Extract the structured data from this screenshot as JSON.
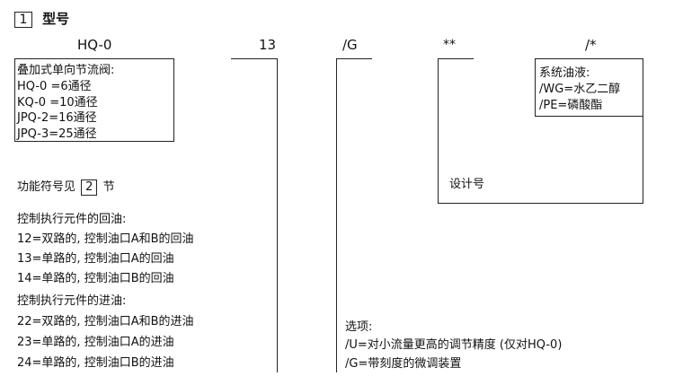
{
  "section": {
    "number": "1",
    "title": "型号"
  },
  "model_row": {
    "code": "HQ-0",
    "function_code": "13",
    "option_code": "/G",
    "design_code": "**",
    "fluid_code": "/*"
  },
  "valve_box": {
    "heading": "叠加式单向节流阀:",
    "items": [
      "HQ-0 =6通径",
      "KQ-0 =10通径",
      "JPQ-2=16通径",
      "JPQ-3=25通径"
    ]
  },
  "function_ref": {
    "prefix": "功能符号见",
    "section": "2",
    "suffix": "节"
  },
  "return_oil": {
    "heading": "控制执行元件的回油:",
    "items": [
      "12=双路的, 控制油口A和B的回油",
      "13=单路的, 控制油口A的回油",
      "14=单路的, 控制油口B的回油"
    ]
  },
  "supply_oil": {
    "heading": "控制执行元件的进油:",
    "items": [
      "22=双路的, 控制油口A和B的进油",
      "23=单路的, 控制油口A的进油",
      "24=单路的, 控制油口B的进油"
    ]
  },
  "design_label": "设计号",
  "fluid_box": {
    "heading": "系统油液:",
    "items": [
      "/WG=水乙二醇",
      "/PE=磷酸酯"
    ]
  },
  "options": {
    "heading": "选项:",
    "items": [
      "/U=对小流量更高的调节精度 (仅对HQ-0)",
      "/G=带刻度的微调装置"
    ]
  }
}
